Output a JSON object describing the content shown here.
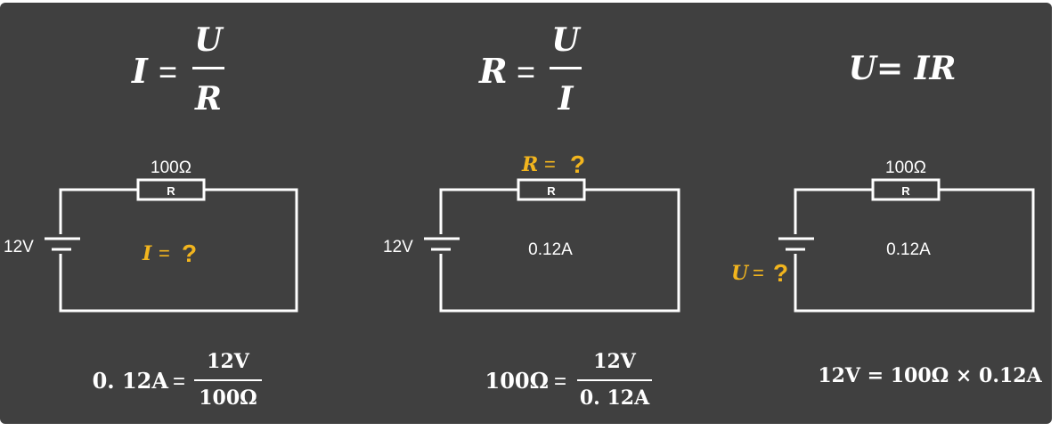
{
  "colors": {
    "background": "#404040",
    "wire": "#ffffff",
    "highlight": "#f2b51e",
    "text": "#ffffff"
  },
  "panels": [
    {
      "formula": {
        "lhs": "I",
        "eq": "=",
        "num": "U",
        "den": "R"
      },
      "resistor_label": "R",
      "top_label": "100Ω",
      "voltage_label": "12V",
      "unknown": {
        "var": "I",
        "eq": "=",
        "q": "?"
      },
      "calc": {
        "lhs": "0. 12A",
        "eq": "=",
        "num": "12V",
        "den": "100Ω"
      }
    },
    {
      "formula": {
        "lhs": "R",
        "eq": "=",
        "num": "U",
        "den": "I"
      },
      "resistor_label": "R",
      "unknown": {
        "var": "R",
        "eq": "=",
        "q": "?"
      },
      "voltage_label": "12V",
      "current_label": "0.12A",
      "calc": {
        "lhs": "100Ω",
        "eq": "=",
        "num": "12V",
        "den": "0. 12A"
      }
    },
    {
      "formula": {
        "text": "U= IR"
      },
      "resistor_label": "R",
      "top_label": "100Ω",
      "current_label": "0.12A",
      "unknown": {
        "var": "U",
        "eq": "=",
        "q": "?"
      },
      "calc": {
        "text": "12V = 100Ω × 0.12A"
      }
    }
  ]
}
